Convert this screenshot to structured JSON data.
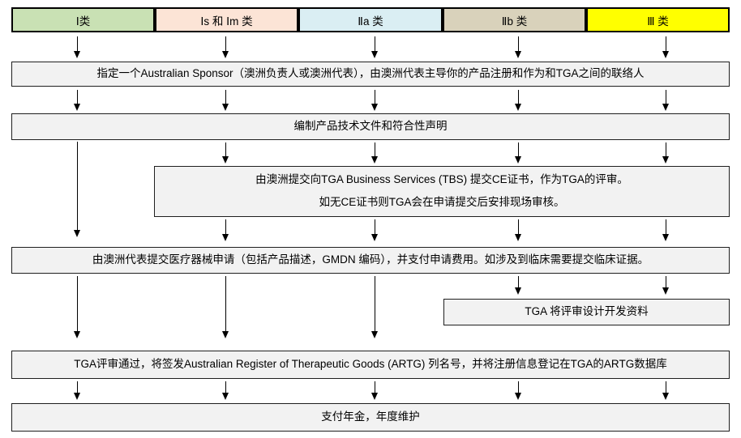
{
  "classes": [
    {
      "label": "Ⅰ类",
      "color": "#c9e1b4"
    },
    {
      "label": "Ⅰs 和 Ⅰm 类",
      "color": "#fce4d6"
    },
    {
      "label": "Ⅱa 类",
      "color": "#daeef3"
    },
    {
      "label": "Ⅱb 类",
      "color": "#d9d2bb"
    },
    {
      "label": "Ⅲ 类",
      "color": "#ffff00"
    }
  ],
  "steps": {
    "sponsor": "指定一个Australian Sponsor（澳洲负责人或澳洲代表），由澳洲代表主导你的产品注册和作为和TGA之间的联络人",
    "technical_file": "编制产品技术文件和符合性声明",
    "ce_line1": "由澳洲提交向TGA Business Services (TBS) 提交CE证书，作为TGA的评审。",
    "ce_line2": "如无CE证书则TGA会在申请提交后安排现场审核。",
    "application": "由澳洲代表提交医疗器械申请（包括产品描述，GMDN 编码），并支付申请费用。如涉及到临床需要提交临床证据。",
    "design_review": "TGA 将评审设计开发资料",
    "artg_listing": "TGA评审通过，将签发Australian Register of Therapeutic Goods (ARTG) 列名号，并将注册信息登记在TGA的ARTG数据库",
    "annual_fee": "支付年金，年度维护"
  },
  "colors": {
    "process_fill": "#f2f2f2",
    "process_border": "#1f1f1f",
    "arrow": "#000000"
  }
}
